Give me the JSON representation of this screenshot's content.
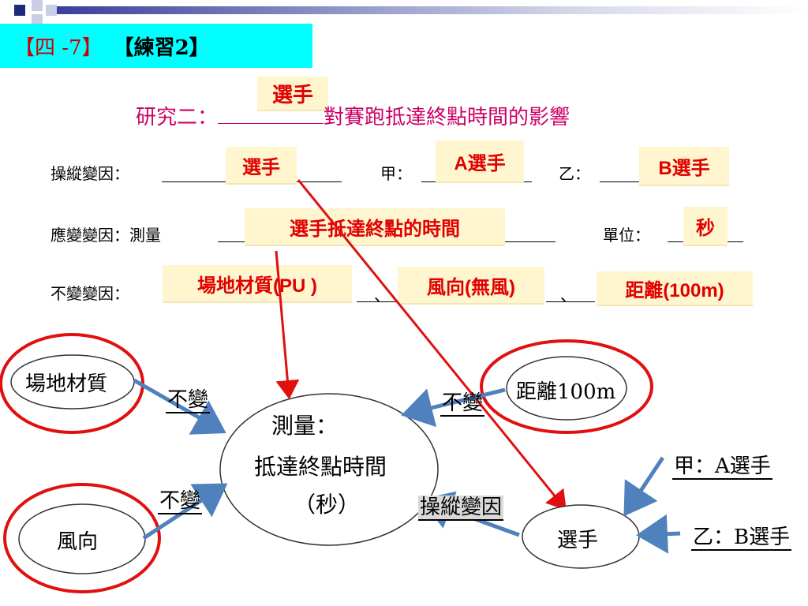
{
  "header": {
    "section": "【四 -7】",
    "practice": "【練習2】"
  },
  "research": {
    "prefix": "研究二：",
    "suffix": "對賽跑抵達終點時間的影響",
    "answer": "選手"
  },
  "manipulated": {
    "label": "操縱變因：",
    "answer": "選手",
    "a_label": "甲：",
    "a_answer": "A選手",
    "b_label": "乙：",
    "b_answer": "B選手"
  },
  "responding": {
    "label": "應變變因：測量",
    "answer": "選手抵達終點的時間",
    "unit_label": "單位：",
    "unit_answer": "秒"
  },
  "controlled": {
    "label": "不變變因：",
    "answers": [
      "場地材質(PU )",
      "風向(無風)",
      "距離(100m)"
    ],
    "separator": "、"
  },
  "diagram": {
    "center_line1": "測量：",
    "center_line2": "抵達終點時間",
    "center_line3": "（秒）",
    "node_field": "場地材質",
    "node_wind": "風向",
    "node_distance": "距離100m",
    "node_player": "選手",
    "label_unchanged_1": "不變",
    "label_unchanged_2": "不變",
    "label_unchanged_3": "不變",
    "label_manipulated": "操縱變因",
    "player_a": "甲：A選手",
    "player_b": "乙：B選手"
  },
  "colors": {
    "title_bg": "#00ffff",
    "answer_red": "#e00000",
    "research_pink": "#cc0066",
    "answer_bg": "#fff6cf",
    "arrow_blue": "#4f81bd",
    "highlight_red": "#e01010"
  }
}
